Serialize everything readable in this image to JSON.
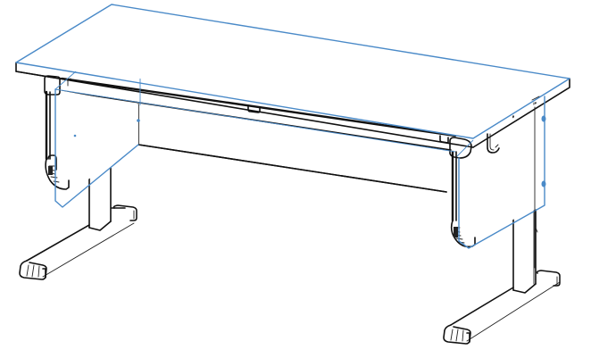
{
  "figure": {
    "subject": "desk",
    "style": "technical line drawing",
    "colors": {
      "outline": "#111111",
      "highlight": "#4a8ac8",
      "background": "#ffffff"
    },
    "parts": [
      "tabletop",
      "front-apron",
      "modesty-panel",
      "left-side-panel",
      "right-side-panel",
      "left-leg",
      "right-leg",
      "left-foot",
      "right-foot",
      "bag-hook",
      "corner-brackets",
      "cable-clips"
    ]
  }
}
